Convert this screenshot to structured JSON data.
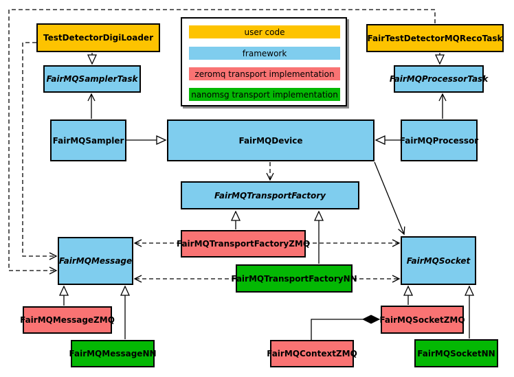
{
  "legend": {
    "items": [
      {
        "label": "user code",
        "color": "#FDC300"
      },
      {
        "label": "framework",
        "color": "#7FCDEE"
      },
      {
        "label": "zeromq transport implementation",
        "color": "#F97373"
      },
      {
        "label": "nanomsg transport implementation",
        "color": "#04B804"
      }
    ]
  },
  "nodes": {
    "testDetectorDigiLoader": {
      "label": "TestDetectorDigiLoader",
      "color": "#FDC300",
      "category": "user code",
      "abstract": false
    },
    "fairTestDetectorMQRecoTask": {
      "label": "FairTestDetectorMQRecoTask",
      "color": "#FDC300",
      "category": "user code",
      "abstract": false
    },
    "fairMQSamplerTask": {
      "label": "FairMQSamplerTask",
      "color": "#7FCDEE",
      "category": "framework",
      "abstract": true
    },
    "fairMQProcessorTask": {
      "label": "FairMQProcessorTask",
      "color": "#7FCDEE",
      "category": "framework",
      "abstract": true
    },
    "fairMQSampler": {
      "label": "FairMQSampler",
      "color": "#7FCDEE",
      "category": "framework",
      "abstract": false
    },
    "fairMQDevice": {
      "label": "FairMQDevice",
      "color": "#7FCDEE",
      "category": "framework",
      "abstract": false
    },
    "fairMQProcessor": {
      "label": "FairMQProcessor",
      "color": "#7FCDEE",
      "category": "framework",
      "abstract": false
    },
    "fairMQTransportFactory": {
      "label": "FairMQTransportFactory",
      "color": "#7FCDEE",
      "category": "framework",
      "abstract": true
    },
    "fairMQMessage": {
      "label": "FairMQMessage",
      "color": "#7FCDEE",
      "category": "framework",
      "abstract": true
    },
    "fairMQSocket": {
      "label": "FairMQSocket",
      "color": "#7FCDEE",
      "category": "framework",
      "abstract": true
    },
    "fairMQTransportFactoryZMQ": {
      "label": "FairMQTransportFactoryZMQ",
      "color": "#F97373",
      "category": "zeromq transport implementation",
      "abstract": false
    },
    "fairMQMessageZMQ": {
      "label": "FairMQMessageZMQ",
      "color": "#F97373",
      "category": "zeromq transport implementation",
      "abstract": false
    },
    "fairMQSocketZMQ": {
      "label": "FairMQSocketZMQ",
      "color": "#F97373",
      "category": "zeromq transport implementation",
      "abstract": false
    },
    "fairMQContextZMQ": {
      "label": "FairMQContextZMQ",
      "color": "#F97373",
      "category": "zeromq transport implementation",
      "abstract": false
    },
    "fairMQTransportFactoryNN": {
      "label": "FairMQTransportFactoryNN",
      "color": "#04B804",
      "category": "nanomsg transport implementation",
      "abstract": false
    },
    "fairMQMessageNN": {
      "label": "FairMQMessageNN",
      "color": "#04B804",
      "category": "nanomsg transport implementation",
      "abstract": false
    },
    "fairMQSocketNN": {
      "label": "FairMQSocketNN",
      "color": "#04B804",
      "category": "nanomsg transport implementation",
      "abstract": false
    }
  },
  "relationships": [
    {
      "from": "TestDetectorDigiLoader",
      "to": "FairMQSamplerTask",
      "type": "inheritance"
    },
    {
      "from": "FairMQSampler",
      "to": "FairMQSamplerTask",
      "type": "association"
    },
    {
      "from": "FairMQSampler",
      "to": "FairMQDevice",
      "type": "inheritance"
    },
    {
      "from": "FairTestDetectorMQRecoTask",
      "to": "FairMQProcessorTask",
      "type": "inheritance"
    },
    {
      "from": "FairMQProcessor",
      "to": "FairMQProcessorTask",
      "type": "association"
    },
    {
      "from": "FairMQProcessor",
      "to": "FairMQDevice",
      "type": "inheritance"
    },
    {
      "from": "FairMQDevice",
      "to": "FairMQTransportFactory",
      "type": "dependency"
    },
    {
      "from": "FairMQDevice",
      "to": "FairMQSocket",
      "type": "association"
    },
    {
      "from": "FairMQTransportFactoryZMQ",
      "to": "FairMQTransportFactory",
      "type": "inheritance"
    },
    {
      "from": "FairMQTransportFactoryNN",
      "to": "FairMQTransportFactory",
      "type": "inheritance"
    },
    {
      "from": "FairMQTransportFactoryZMQ",
      "to": "FairMQMessage",
      "type": "dependency"
    },
    {
      "from": "FairMQTransportFactoryZMQ",
      "to": "FairMQSocket",
      "type": "dependency"
    },
    {
      "from": "FairMQTransportFactoryNN",
      "to": "FairMQMessage",
      "type": "dependency"
    },
    {
      "from": "FairMQTransportFactoryNN",
      "to": "FairMQSocket",
      "type": "dependency"
    },
    {
      "from": "FairMQMessageZMQ",
      "to": "FairMQMessage",
      "type": "inheritance"
    },
    {
      "from": "FairMQMessageNN",
      "to": "FairMQMessage",
      "type": "inheritance"
    },
    {
      "from": "FairMQSocketZMQ",
      "to": "FairMQSocket",
      "type": "inheritance"
    },
    {
      "from": "FairMQSocketNN",
      "to": "FairMQSocket",
      "type": "inheritance"
    },
    {
      "from": "FairMQContextZMQ",
      "to": "FairMQSocketZMQ",
      "type": "aggregation"
    },
    {
      "from": "TestDetectorDigiLoader",
      "to": "FairMQMessage",
      "type": "dependency"
    },
    {
      "from": "FairTestDetectorMQRecoTask",
      "to": "FairMQMessage",
      "type": "dependency"
    }
  ]
}
